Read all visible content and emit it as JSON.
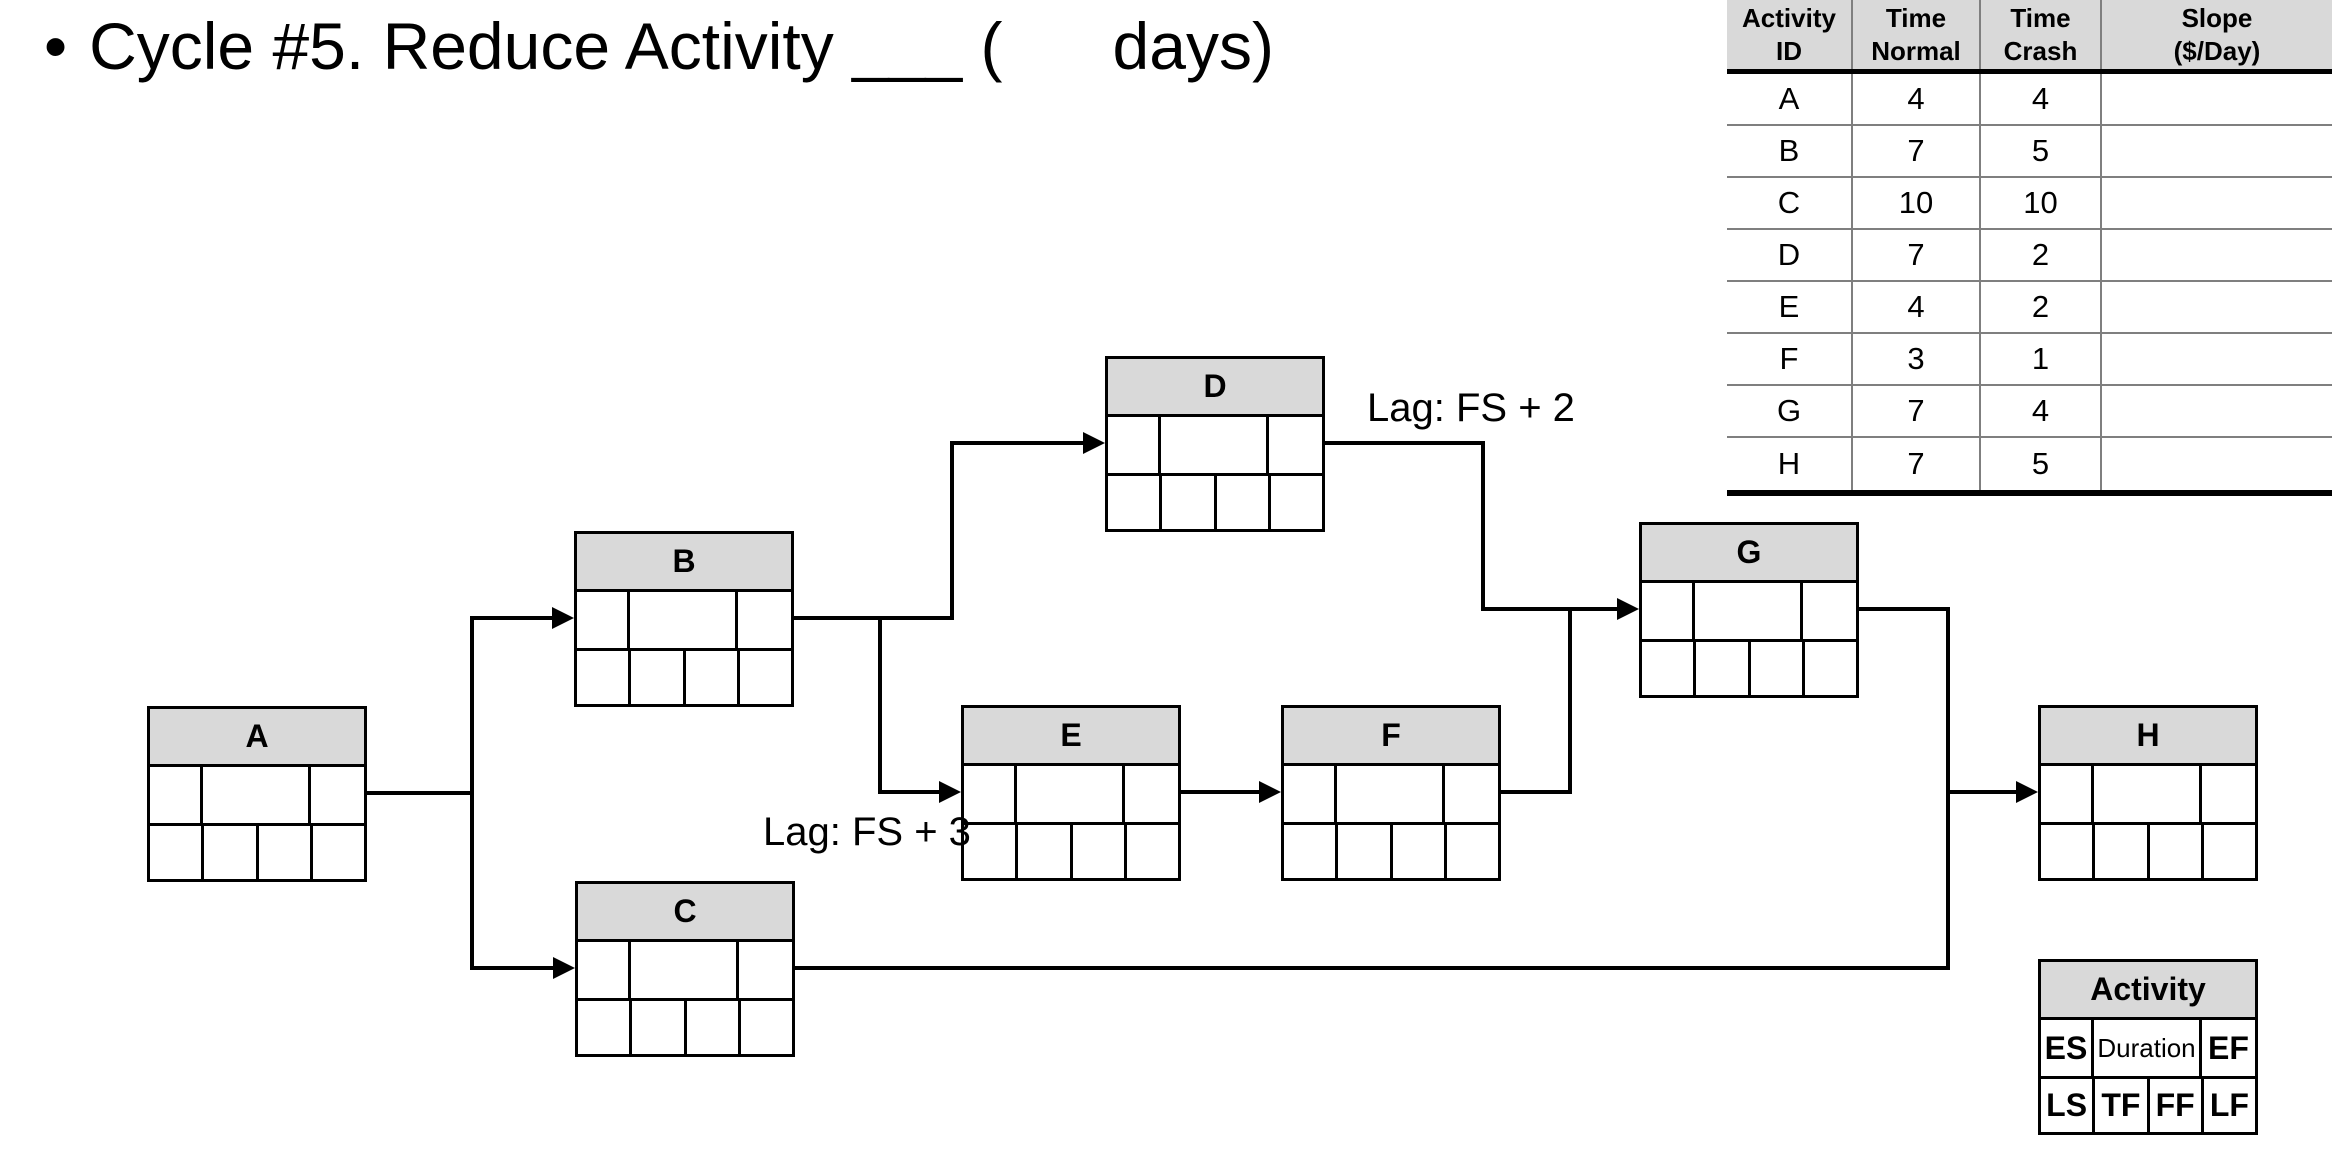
{
  "title": {
    "bullet": "•",
    "text": "Cycle #5. Reduce Activity ___ (      days)"
  },
  "crash_table": {
    "headers": [
      [
        "Activity",
        "ID"
      ],
      [
        "Time",
        "Normal"
      ],
      [
        "Time",
        "Crash"
      ],
      [
        "Slope",
        "($/Day)"
      ]
    ],
    "rows": [
      [
        "A",
        "4",
        "4",
        ""
      ],
      [
        "B",
        "7",
        "5",
        ""
      ],
      [
        "C",
        "10",
        "10",
        ""
      ],
      [
        "D",
        "7",
        "2",
        ""
      ],
      [
        "E",
        "4",
        "2",
        ""
      ],
      [
        "F",
        "3",
        "1",
        ""
      ],
      [
        "G",
        "7",
        "4",
        ""
      ],
      [
        "H",
        "7",
        "5",
        ""
      ]
    ]
  },
  "diagram": {
    "nodes": [
      {
        "id": "A",
        "label": "A"
      },
      {
        "id": "B",
        "label": "B"
      },
      {
        "id": "C",
        "label": "C"
      },
      {
        "id": "D",
        "label": "D"
      },
      {
        "id": "E",
        "label": "E"
      },
      {
        "id": "F",
        "label": "F"
      },
      {
        "id": "G",
        "label": "G"
      },
      {
        "id": "H",
        "label": "H"
      }
    ],
    "edges": [
      {
        "from": "A",
        "to": "B",
        "lag": ""
      },
      {
        "from": "A",
        "to": "C",
        "lag": ""
      },
      {
        "from": "B",
        "to": "D",
        "lag": ""
      },
      {
        "from": "B",
        "to": "E",
        "lag": "Lag: FS + 3"
      },
      {
        "from": "D",
        "to": "G",
        "lag": "Lag: FS + 2"
      },
      {
        "from": "E",
        "to": "F",
        "lag": ""
      },
      {
        "from": "F",
        "to": "G",
        "lag": ""
      },
      {
        "from": "C",
        "to": "H",
        "lag": ""
      },
      {
        "from": "G",
        "to": "H",
        "lag": ""
      }
    ]
  },
  "legend": {
    "header": "Activity",
    "top_row": [
      "ES",
      "Duration",
      "EF"
    ],
    "bottom_row": [
      "LS",
      "TF",
      "FF",
      "LF"
    ]
  },
  "colors": {
    "header_fill": "#d9d9d9",
    "line": "#000000",
    "table_grid": "#7f7f7f"
  }
}
